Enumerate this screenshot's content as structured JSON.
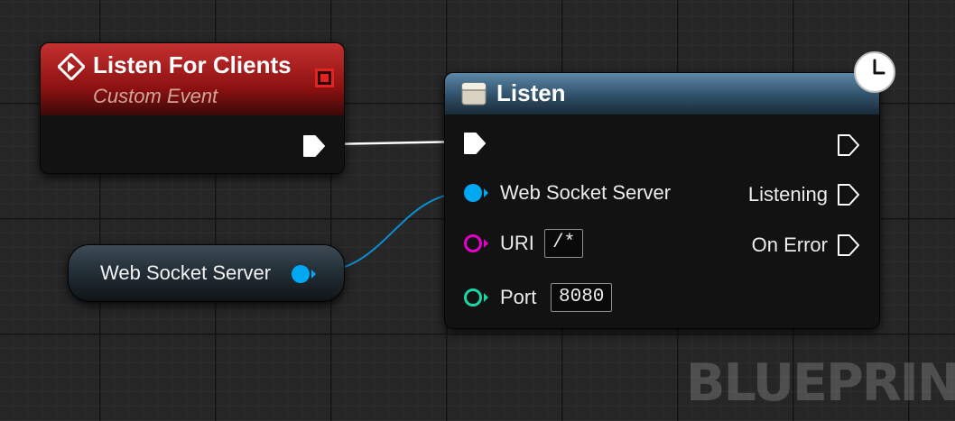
{
  "graph": {
    "watermark": "BLUEPRINT"
  },
  "colors": {
    "event_header": "#8e1111",
    "function_header": "#2f5069",
    "exec_wire": "#ffffff",
    "object_pin": "#00a8f2",
    "string_pin": "#e400c8",
    "integer_pin": "#1ad5a6",
    "delegate": "#e32222"
  },
  "event_node": {
    "title": "Listen For Clients",
    "subtitle": "Custom Event",
    "icon": "event-diamond-icon",
    "delegate_icon": "delegate-square-icon",
    "exec_out_icon": "exec-arrow-icon"
  },
  "variable_node": {
    "label": "Web Socket Server",
    "pin_icon": "object-pin-icon"
  },
  "listen_node": {
    "title": "Listen",
    "icon": "function-icon",
    "latent_icon": "clock-icon",
    "inputs": {
      "server_label": "Web Socket Server",
      "uri_label": "URI",
      "uri_value": "/*",
      "port_label": "Port",
      "port_value": "8080"
    },
    "outputs": {
      "listening_label": "Listening",
      "on_error_label": "On Error"
    }
  }
}
